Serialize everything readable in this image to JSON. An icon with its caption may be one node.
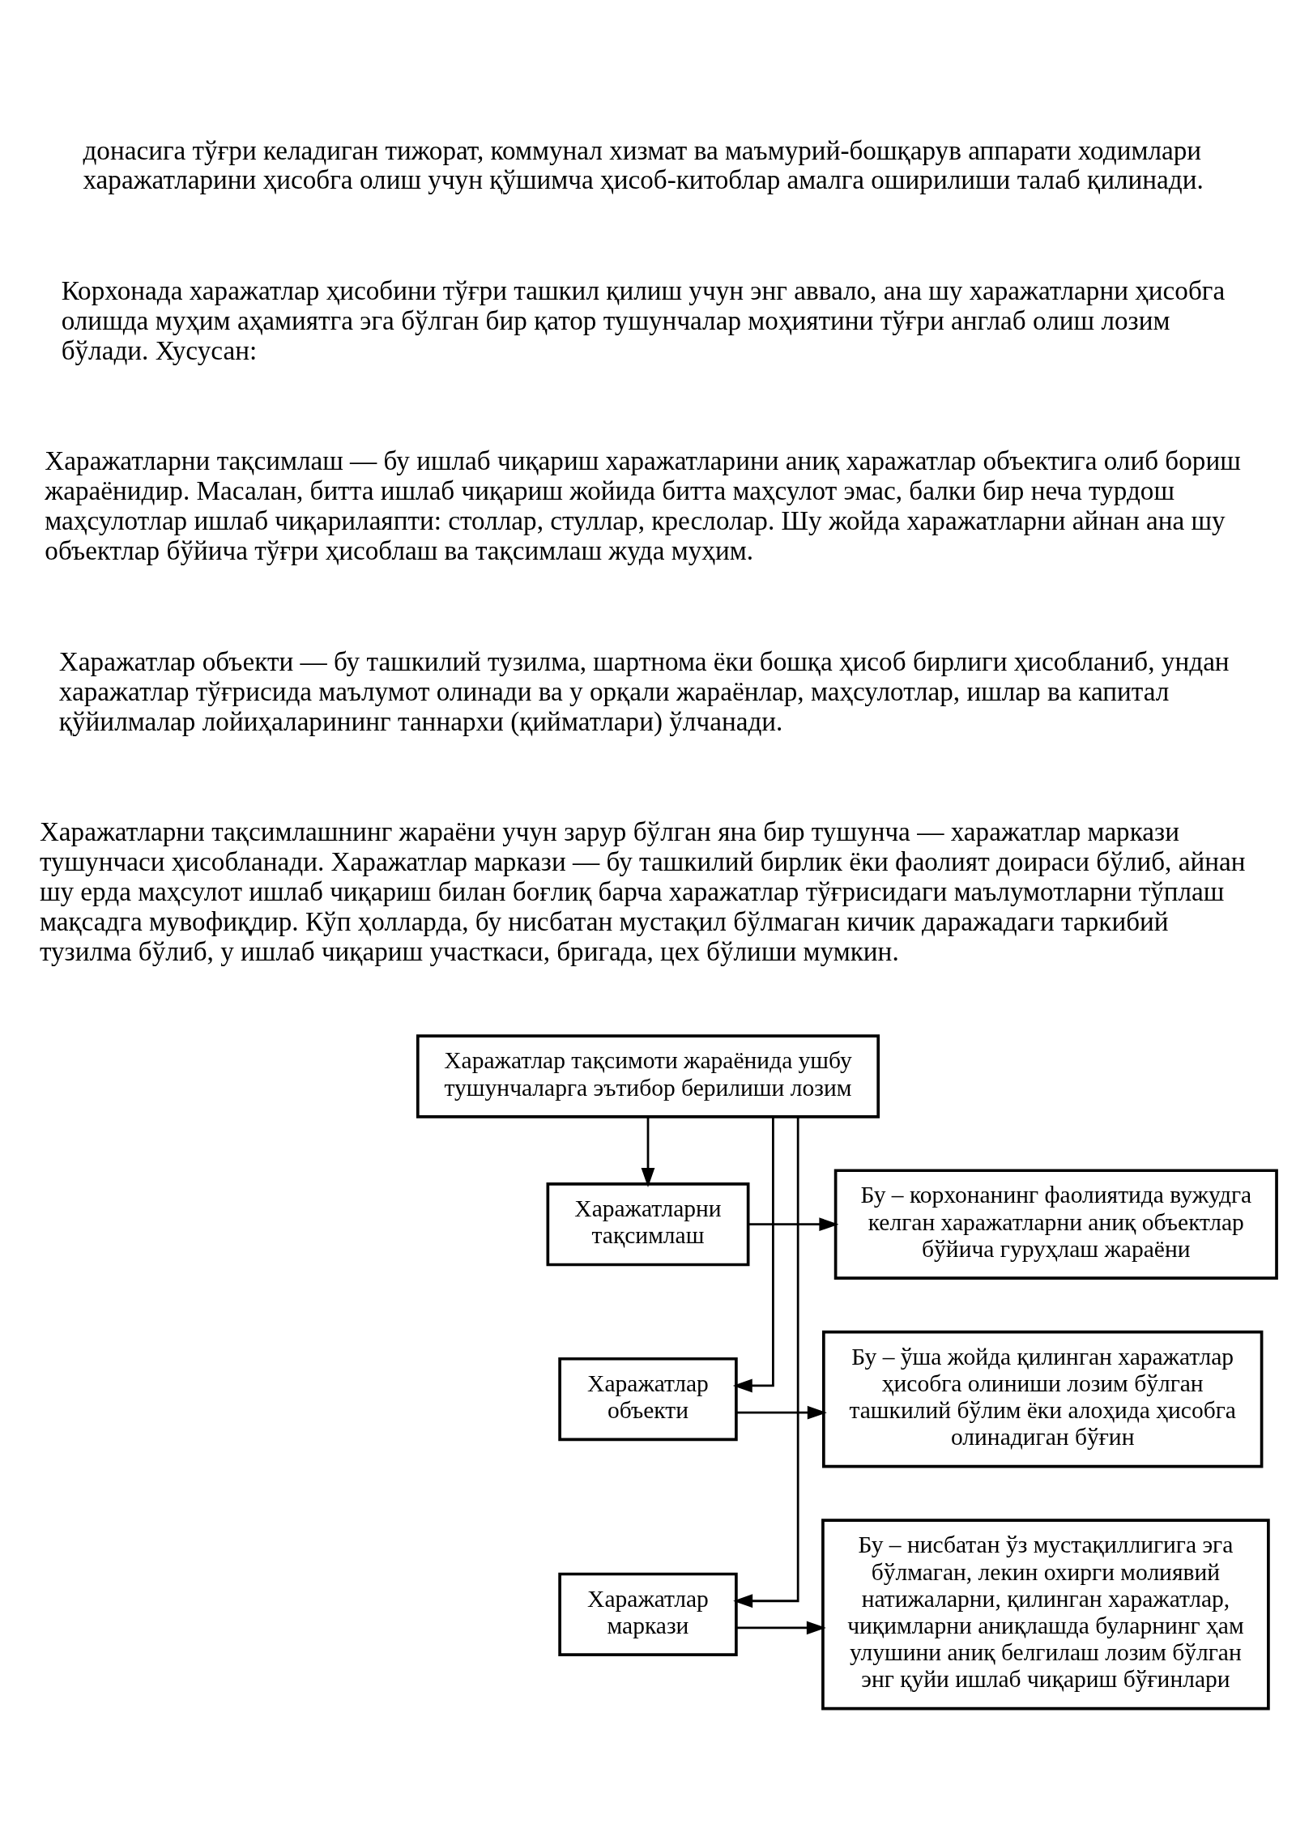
{
  "diagram": {
    "nodes": [
      {
        "text": [
          "Харажатлар тақсимоти жараёнида ушбу тушунчаларга эътибор берилиши лозим"
        ]
      },
      {
        "text": [
          "Харажатларни тақсимлаш"
        ]
      },
      {
        "text": [
          "Бу – корхонанинг фаолиятида вужудга келган харажатларни аниқ объектлар бўйича гуруҳлаш жараёни"
        ]
      },
      {
        "text": [
          "Харажатлар объекти"
        ]
      },
      {
        "text": [
          "Бу – ўша жойда қилинган харажатлар ҳисобга олиниши лозим бўлган ташкилий бўлим ёки алоҳида ҳисобга олинадиган бўғин"
        ]
      },
      {
        "text": [
          "Харажатлар маркази"
        ]
      },
      {
        "text": [
          "Бу – нисбатан ўз мустақиллигига эга бўлмаган, лекин охирги молиявий натижаларни, қилинган харажатлар, чиқимларни аниқлашда буларнинг ҳам улушини аниқ белгилаш лозим бўлган энг қуйи ишлаб чиқариш бўғинлари"
        ]
      }
    ],
    "edges": [
      {
        "from": 0,
        "to": 1,
        "arrow": "to"
      },
      {
        "from": 0,
        "to": 3,
        "arrow": "to"
      },
      {
        "from": 0,
        "to": 5,
        "arrow": "to"
      },
      {
        "from": 1,
        "to": 2,
        "arrow": "to"
      },
      {
        "from": 3,
        "to": 4,
        "arrow": "to"
      },
      {
        "from": 5,
        "to": 6,
        "arrow": "to"
      }
    ],
    "labels": [
      "донасига тўғри келадиган тижорат, коммунал хизмат ва маъмурий-бошқарув аппарати ходимлари харажатларини ҳисобга олиш учун қўшимча ҳисоб-китоблар амалга оширилиши талаб қилинади.",
      "Корхонада харажатлар ҳисобини тўғри ташкил қилиш учун энг аввало, ана шу харажатларни ҳисобга олишда муҳим аҳамиятга эга бўлган бир қатор тушунчалар моҳиятини тўғри англаб олиш лозим бўлади. Хусусан:",
      "Харажатларни тақсимлаш — бу ишлаб чиқариш харажатларини аниқ харажатлар объектига олиб бориш жараёнидир. Масалан, битта ишлаб чиқариш жойида битта маҳсулот эмас, балки бир неча турдош маҳсулотлар ишлаб чиқарилаяпти: столлар, стуллар, креслолар. Шу жойда харажатларни айнан ана шу объектлар бўйича тўғри ҳисоблаш ва тақсимлаш жуда муҳим.",
      "Харажатлар объекти — бу ташкилий тузилма, шартнома ёки бошқа ҳисоб бирлиги ҳисобланиб, ундан харажатлар тўғрисида маълумот олинади ва у орқали жараёнлар, маҳсулотлар, ишлар ва капитал қўйилмалар лойиҳаларининг таннархи (қийматлари) ўлчанади.",
      "Харажатларни тақсимлашнинг жараёни учун зарур бўлган яна бир тушунча — харажатлар маркази тушунчаси ҳисобланади. Харажатлар маркази — бу ташкилий бирлик ёки фаолият доираси бўлиб, айнан шу ерда маҳсулот ишлаб чиқариш билан боғлиқ барча харажатлар тўғрисидаги маълумотларни тўплаш мақсадга мувофиқдир. Кўп ҳолларда, бу нисбатан мустақил бўлмаган кичик даражадаги таркибий тузилма бўлиб, у ишлаб чиқариш участкаси, бригада, цех бўлиши мумкин."
    ]
  }
}
